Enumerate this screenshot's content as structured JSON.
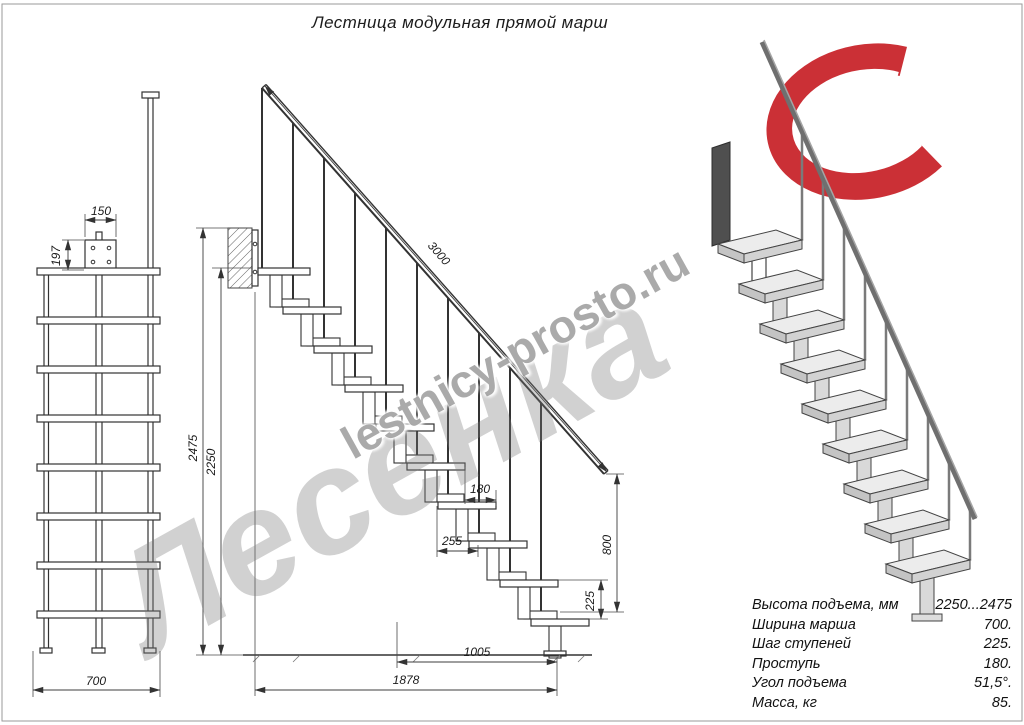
{
  "title": "Лестница модульная прямой марш",
  "watermarks": {
    "brand": "Лесенка",
    "site": "lestnicy-prosto.ru"
  },
  "front_view": {
    "dim_bracket_width": "150",
    "dim_bracket_height": "197",
    "dim_march_width": "700"
  },
  "side_view": {
    "dim_stringer_length": "3000",
    "dim_total_height": "2475",
    "dim_floor_height": "2250",
    "dim_tread_depth": "180",
    "dim_module_length": "255",
    "dim_rail_height": "800",
    "dim_step_rise": "225",
    "dim_base_run": "1005",
    "dim_total_run": "1878"
  },
  "spec_table": {
    "rows": [
      {
        "label": "Высота подъема, мм",
        "value": "2250...2475"
      },
      {
        "label": "Ширина марша",
        "value": "700."
      },
      {
        "label": "Шаг ступеней",
        "value": "225."
      },
      {
        "label": "Проступь",
        "value": "180."
      },
      {
        "label": "Угол подъема",
        "value": "51,5°."
      },
      {
        "label": "Масса, кг",
        "value": "85."
      }
    ]
  }
}
